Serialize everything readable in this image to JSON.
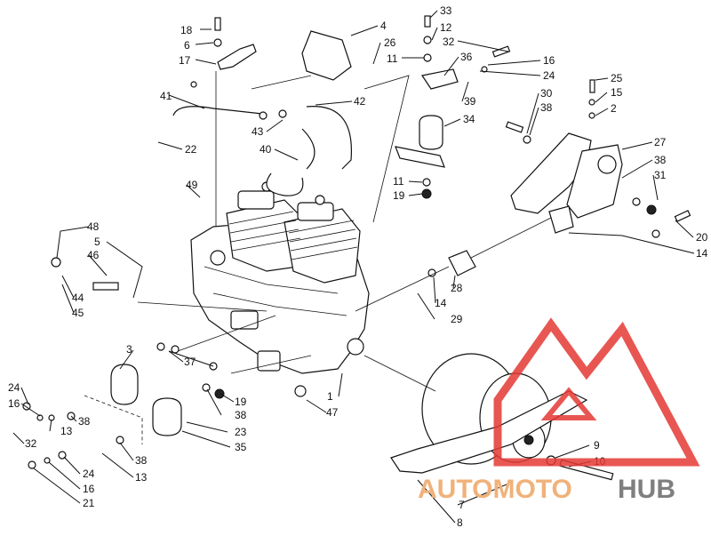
{
  "callouts": [
    {
      "text": "18"
    },
    {
      "text": "6"
    },
    {
      "text": "17"
    },
    {
      "text": "4"
    },
    {
      "text": "26"
    },
    {
      "text": "33"
    },
    {
      "text": "12"
    },
    {
      "text": "32"
    },
    {
      "text": "11"
    },
    {
      "text": "36"
    },
    {
      "text": "16"
    },
    {
      "text": "24"
    },
    {
      "text": "41"
    },
    {
      "text": "42"
    },
    {
      "text": "43"
    },
    {
      "text": "39"
    },
    {
      "text": "34"
    },
    {
      "text": "30"
    },
    {
      "text": "38"
    },
    {
      "text": "25"
    },
    {
      "text": "15"
    },
    {
      "text": "2"
    },
    {
      "text": "22"
    },
    {
      "text": "40"
    },
    {
      "text": "27"
    },
    {
      "text": "38"
    },
    {
      "text": "31"
    },
    {
      "text": "11"
    },
    {
      "text": "19"
    },
    {
      "text": "49"
    },
    {
      "text": "20"
    },
    {
      "text": "14"
    },
    {
      "text": "48"
    },
    {
      "text": "5"
    },
    {
      "text": "46"
    },
    {
      "text": "44"
    },
    {
      "text": "45"
    },
    {
      "text": "28"
    },
    {
      "text": "14"
    },
    {
      "text": "29"
    },
    {
      "text": "3"
    },
    {
      "text": "37"
    },
    {
      "text": "24"
    },
    {
      "text": "16"
    },
    {
      "text": "38"
    },
    {
      "text": "13"
    },
    {
      "text": "19"
    },
    {
      "text": "38"
    },
    {
      "text": "23"
    },
    {
      "text": "1"
    },
    {
      "text": "47"
    },
    {
      "text": "32"
    },
    {
      "text": "35"
    },
    {
      "text": "38"
    },
    {
      "text": "13"
    },
    {
      "text": "24"
    },
    {
      "text": "16"
    },
    {
      "text": "21"
    },
    {
      "text": "9"
    },
    {
      "text": "10"
    },
    {
      "text": "7"
    },
    {
      "text": "8"
    }
  ],
  "watermark": {
    "part1": "AUTOMOTO",
    "part2": "HUB",
    "color1": "#f0b27a",
    "color2": "#7f7f7f",
    "logo_color": "#e53935"
  }
}
